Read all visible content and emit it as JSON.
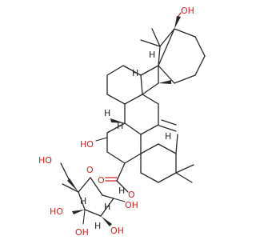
{
  "molecule": {
    "colors": {
      "bond": "#262626",
      "oxygen": "#d32020",
      "hydrogen": "#262626",
      "background": "#ffffff"
    },
    "labels": {
      "oh_top": "OH",
      "oh_mid": "HO",
      "ester_carbonyl_o": "O",
      "ester_bridge_o": "O",
      "ch2oh_ho": "HO",
      "sugar_ring_o": "O",
      "sugar_oh_1": "HO",
      "sugar_oh_2": "OH",
      "sugar_oh_3": "OH",
      "sugar_oh_4": "OH",
      "h_1": "H",
      "h_2": "H",
      "h_3": "H",
      "h_4": "H",
      "h_5": "H",
      "h_6": "H",
      "h_7": "H",
      "h_8": "H",
      "h_9": "H"
    }
  }
}
